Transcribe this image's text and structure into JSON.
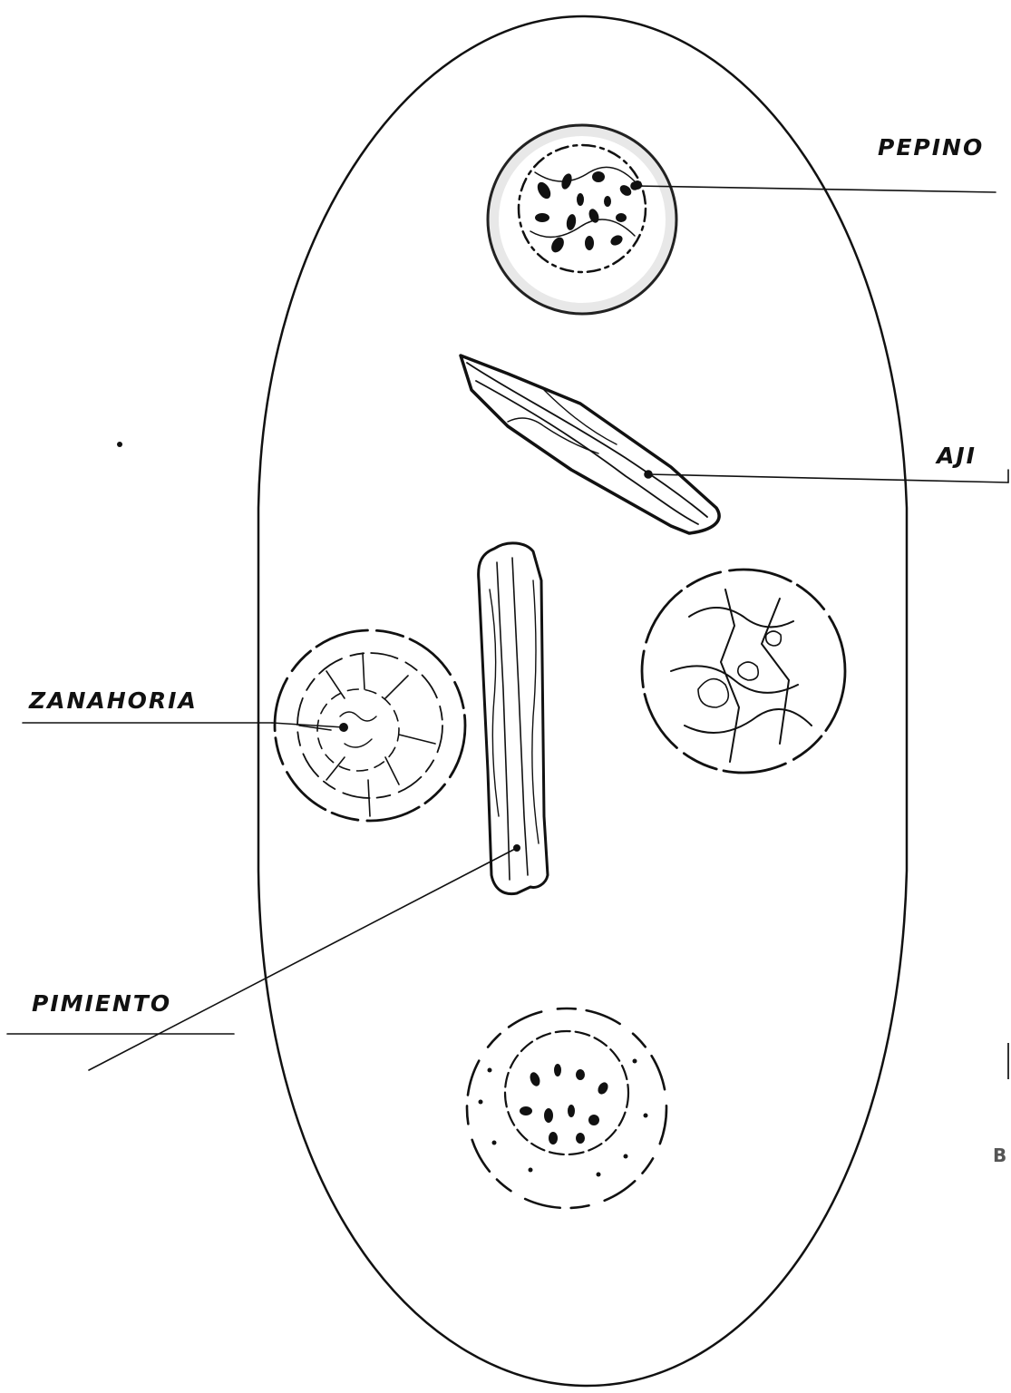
{
  "labels": {
    "pepino": "PEPINO",
    "aji": "AJI",
    "zanahoria": "ZANAHORIA",
    "pimiento": "PIMIENTO",
    "edge_fragment": "B"
  },
  "colors": {
    "ink": "#111111",
    "paper": "#ffffff"
  }
}
